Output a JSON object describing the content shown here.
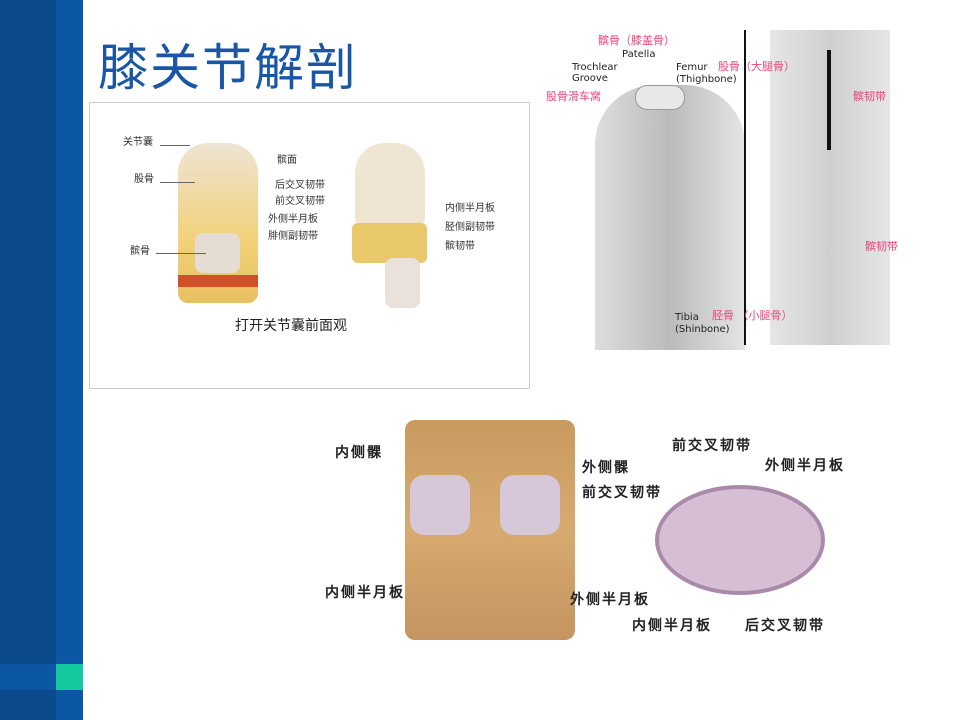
{
  "slide": {
    "title": "膝关节解剖",
    "colors": {
      "sidebar_dark": "#0A4A8A",
      "sidebar_light": "#0B57A4",
      "accent_green": "#12C89C",
      "title": "#1A56A6"
    }
  },
  "figure1": {
    "left_labels": [
      "关节囊",
      "股骨",
      "髌骨"
    ],
    "center_labels": [
      "髌面",
      "后交叉韧带",
      "前交叉韧带",
      "外侧半月板",
      "腓侧副韧带"
    ],
    "right_labels": [
      "内侧半月板",
      "胫侧副韧带",
      "髌韧带"
    ],
    "caption": "打开关节囊前面观"
  },
  "figure2": {
    "patella_cn": "髌骨（膝盖骨）",
    "patella_en": "Patella",
    "trochlear_en_1": "Trochlear",
    "trochlear_en_2": "Groove",
    "trochlear_cn": "股骨滑车窝",
    "femur_en": "Femur",
    "femur_cn": "股骨（大腿骨）",
    "femur_en_2": "(Thighbone)",
    "tibia_en": "Tibia",
    "tibia_cn": "胫骨 （小腿骨）",
    "tibia_en_2": "(Shinbone)",
    "tendon_cn": "髌韧带",
    "ligament_cn": "髌韧带"
  },
  "figure3": {
    "labels": [
      "内侧髁",
      "外侧髁",
      "前交叉韧带",
      "内侧半月板",
      "外侧半月板",
      "前交叉韧带",
      "外侧半月板",
      "内侧半月板",
      "后交叉韧带"
    ]
  }
}
